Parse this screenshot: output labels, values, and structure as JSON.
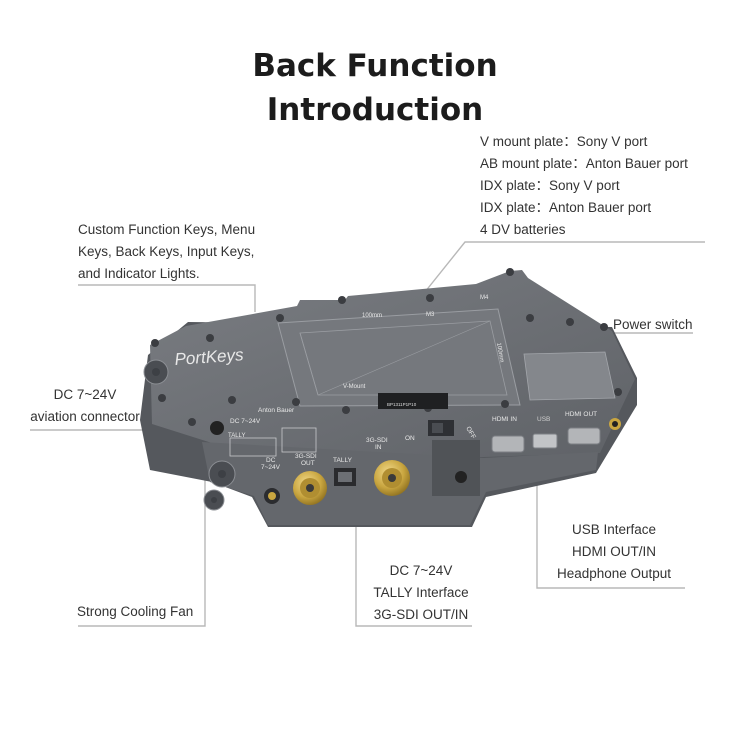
{
  "title": {
    "line1": "Back Function",
    "line2": "Introduction"
  },
  "device": {
    "brand": "PortKeys",
    "plate_labels": {
      "m4": "M4",
      "m3": "M3",
      "width_mm": "100mm",
      "height_mm": "100mm",
      "v_mount": "V-Mount",
      "anton_bauer": "Anton Bauer"
    },
    "port_labels": {
      "dc_top": "DC 7~24V",
      "tally_top": "TALLY",
      "dc": "DC",
      "dc_volt": "7~24V",
      "sdi_out_1": "3G-SDI",
      "sdi_out_2": "OUT",
      "tally": "TALLY",
      "sdi_in_1": "3G-SDI",
      "sdi_in_2": "IN",
      "on": "ON",
      "off": "OFF",
      "hdmi_in": "HDMI IN",
      "hdmi_out": "HDMI OUT",
      "usb": "USB"
    },
    "serial": "BP1311P1P10"
  },
  "callouts": {
    "mount_plates": [
      "V mount plate：Sony V port",
      "AB mount plate：Anton Bauer port",
      "IDX plate：Sony V port",
      "IDX plate：Anton Bauer port",
      "4 DV batteries"
    ],
    "function_keys": [
      "Custom Function Keys, Menu",
      "Keys, Back Keys, Input Keys,",
      "and Indicator Lights."
    ],
    "power_switch": "Power switch",
    "dc_aviation": [
      "DC 7~24V",
      "aviation connector"
    ],
    "usb_group": [
      "USB Interface",
      "HDMI OUT/IN",
      "Headphone Output"
    ],
    "dc_tally_sdi": [
      "DC 7~24V",
      "TALLY Interface",
      "3G-SDI OUT/IN"
    ],
    "cooling_fan": "Strong Cooling Fan"
  },
  "colors": {
    "body": "#6b6e73",
    "body_dark": "#4c4f54",
    "gold": "#c9a640",
    "leader": "#b0b0b0"
  }
}
